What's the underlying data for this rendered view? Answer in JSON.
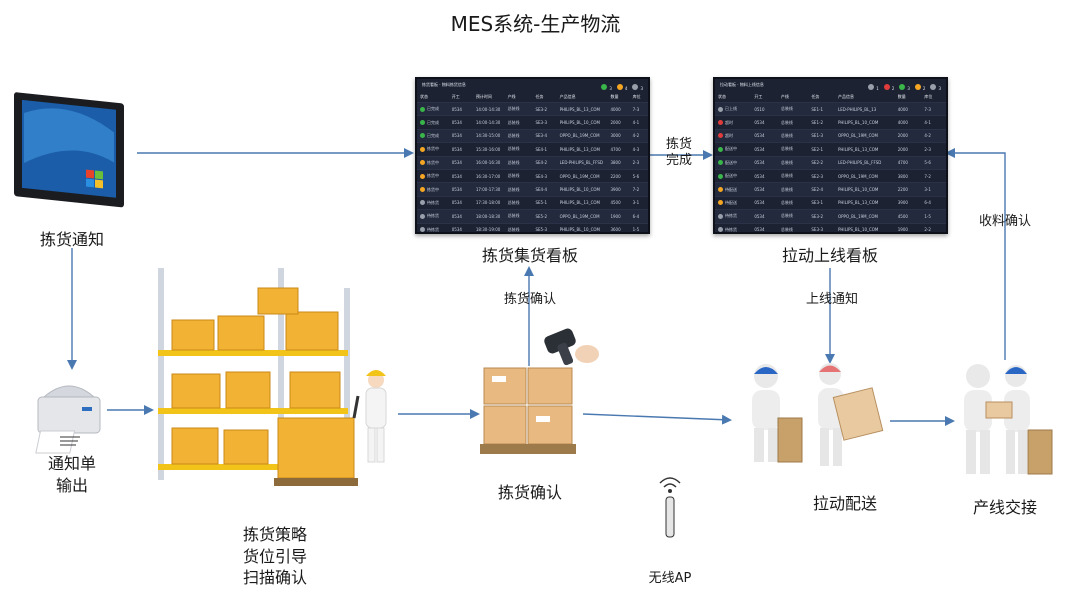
{
  "title": "MES系统-生产物流",
  "nodes": {
    "notify": "拣货通知",
    "print": "通知单\n输出",
    "warehouse": "拣货策略\n货位引导\n扫描确认",
    "pickconfirm": "拣货确认",
    "ap": "无线AP",
    "delivery": "拉动配送",
    "handover": "产线交接",
    "board1": "拣货集货看板",
    "board2": "拉动上线看板"
  },
  "edges": {
    "pick_done": "拣货\n完成",
    "pick_confirm": "拣货确认",
    "online_notice": "上线通知",
    "receive_confirm": "收料确认"
  },
  "colors": {
    "arrow": "#4a78b0",
    "board_bg": "#1d2233",
    "green": "#3ab54a",
    "orange": "#f5a623",
    "red": "#e03c3c",
    "gray": "#9aa0ab"
  }
}
